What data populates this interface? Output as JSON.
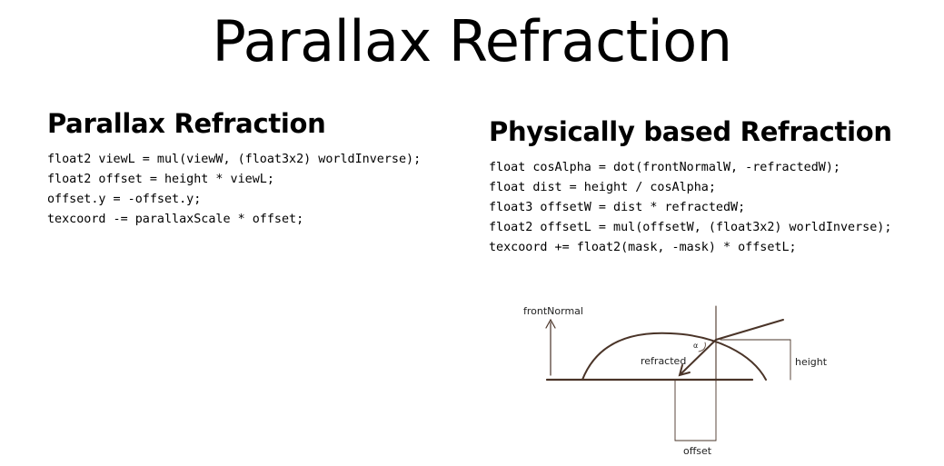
{
  "slide": {
    "title": "Parallax Refraction"
  },
  "left": {
    "heading": "Parallax Refraction",
    "code": [
      "float2 viewL = mul(viewW, (float3x2) worldInverse);",
      "float2 offset = height * viewL;",
      "offset.y = -offset.y;",
      "texcoord -= parallaxScale * offset;"
    ]
  },
  "right": {
    "heading": "Physically based Refraction",
    "code": [
      "float cosAlpha = dot(frontNormalW, -refractedW);",
      "float dist = height / cosAlpha;",
      "float3 offsetW = dist * refractedW;",
      "float2 offsetL = mul(offsetW, (float3x2) worldInverse);",
      "texcoord += float2(mask, -mask) * offsetL;"
    ]
  },
  "diagram": {
    "label_front_normal": "frontNormal",
    "label_refracted": "refracted",
    "label_height": "height",
    "label_offset": "offset",
    "label_alpha": "α",
    "line_color": "#4a3428"
  }
}
